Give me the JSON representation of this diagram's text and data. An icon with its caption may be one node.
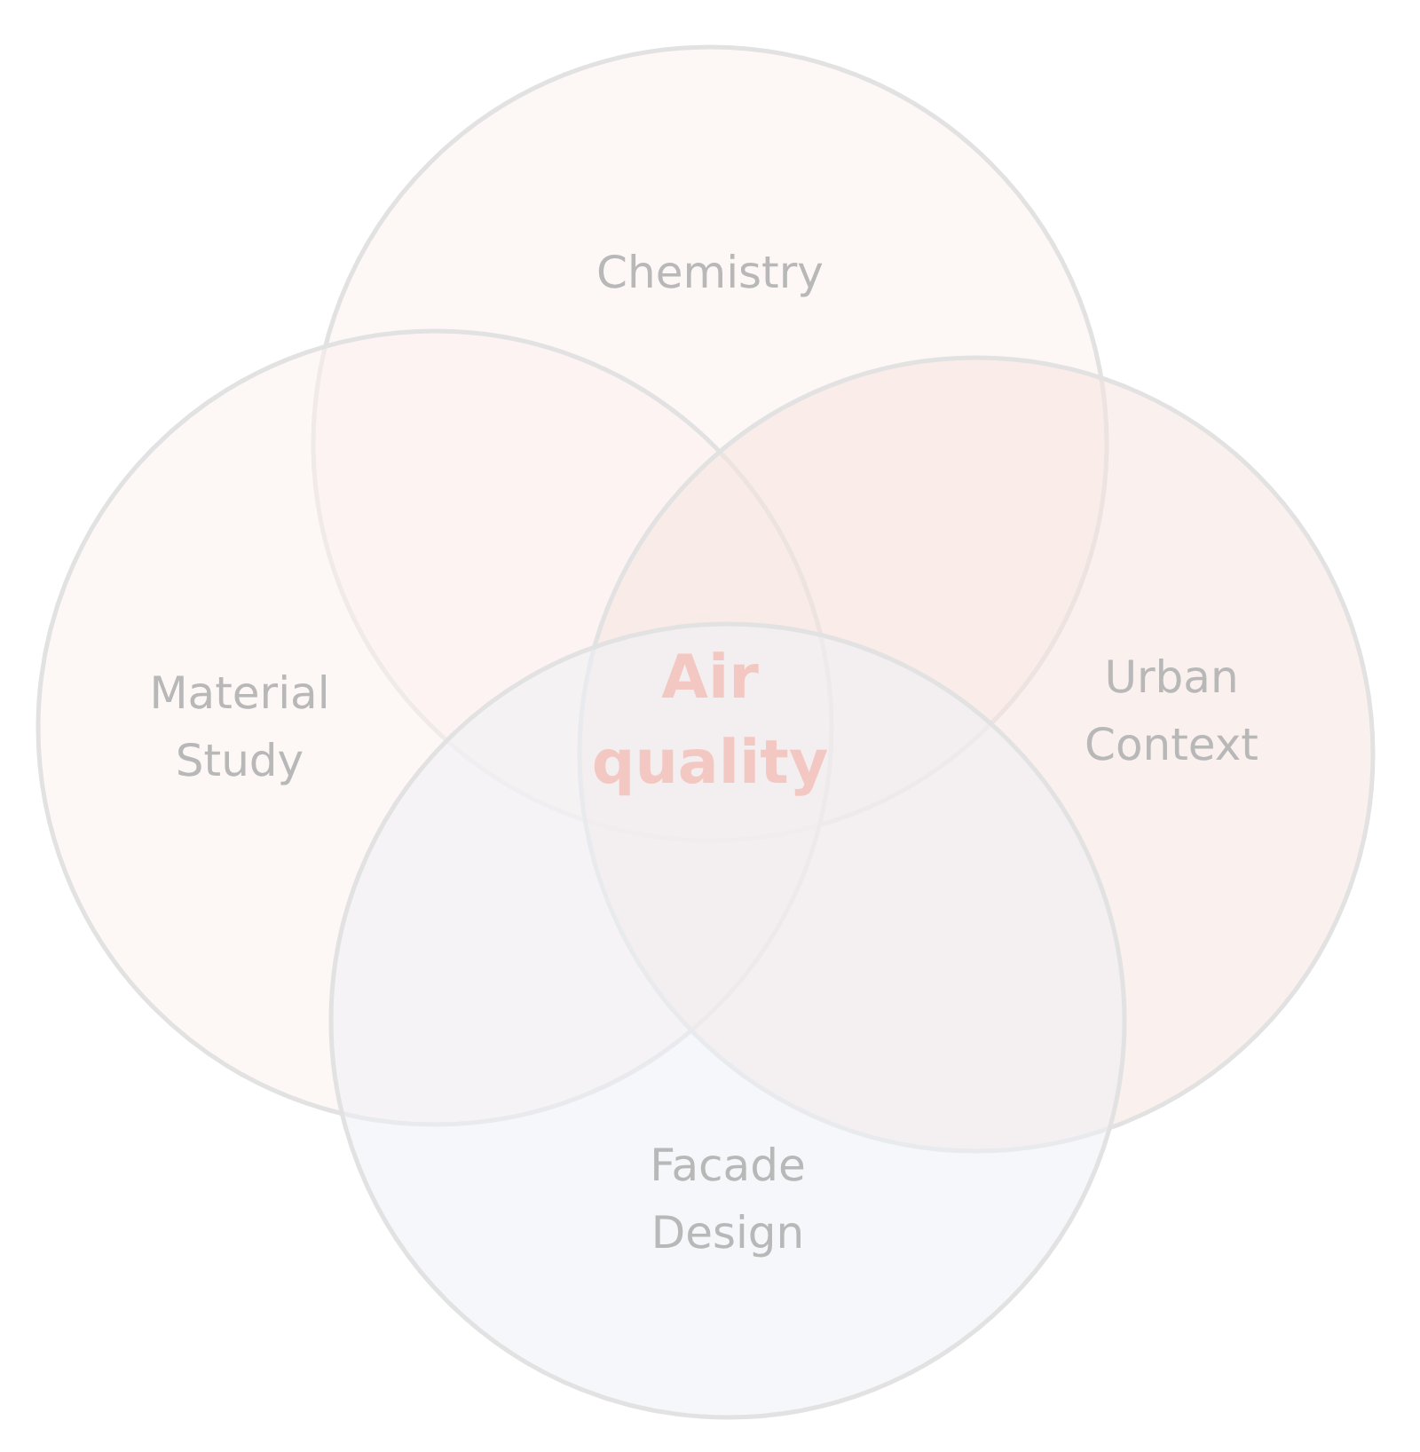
{
  "diagram": {
    "nodes": [
      {
        "text": [
          "Chemistry"
        ]
      },
      {
        "text": [
          "Material Study"
        ]
      },
      {
        "text": [
          "Urban Context"
        ]
      },
      {
        "text": [
          "Facade Design"
        ]
      }
    ],
    "edges": [],
    "labels": [
      "Air quality"
    ]
  }
}
